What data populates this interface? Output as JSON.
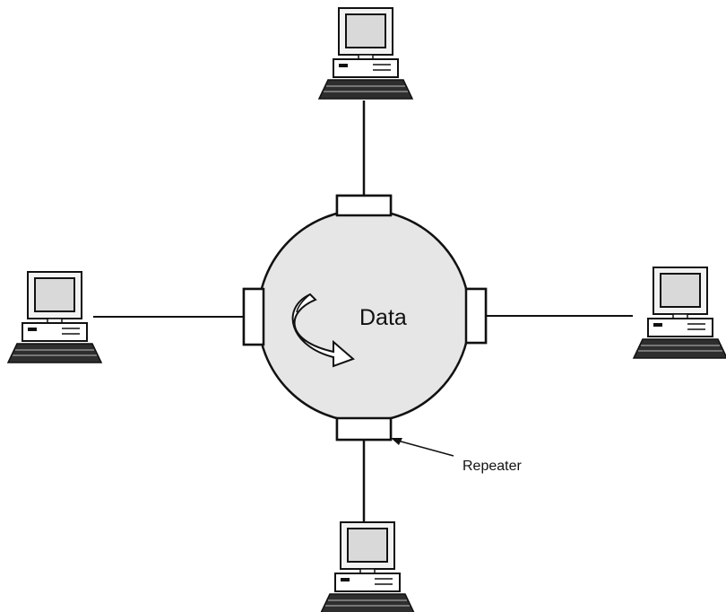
{
  "diagram": {
    "ring_label": "Data",
    "repeater_label": "Repeater"
  },
  "colors": {
    "stroke": "#111111",
    "ring_fill": "#e6e6e6",
    "monitor_frame": "#f2f2f2",
    "screen": "#d9d9d9",
    "keyboard": "#2e2e2e",
    "background": "#ffffff"
  },
  "icons": {
    "ring": "token-ring-circle",
    "computer": "desktop-computer-icon",
    "repeater": "repeater-connector",
    "flow": "curved-arrow-icon"
  }
}
